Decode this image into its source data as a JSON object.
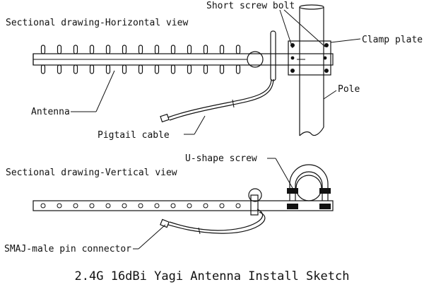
{
  "views": {
    "horizontal": "Sectional drawing-Horizontal view",
    "vertical": "Sectional drawing-Vertical view"
  },
  "labels": {
    "short_screw_bolt": "Short screw bolt",
    "clamp_plate": "Clamp plate",
    "pole": "Pole",
    "antenna": "Antenna",
    "pigtail_cable": "Pigtail cable",
    "u_shape_screw": "U-shape screw",
    "smaj_connector": "SMAJ-male pin connector"
  },
  "title": "2.4G 16dBi Yagi Antenna Install Sketch"
}
